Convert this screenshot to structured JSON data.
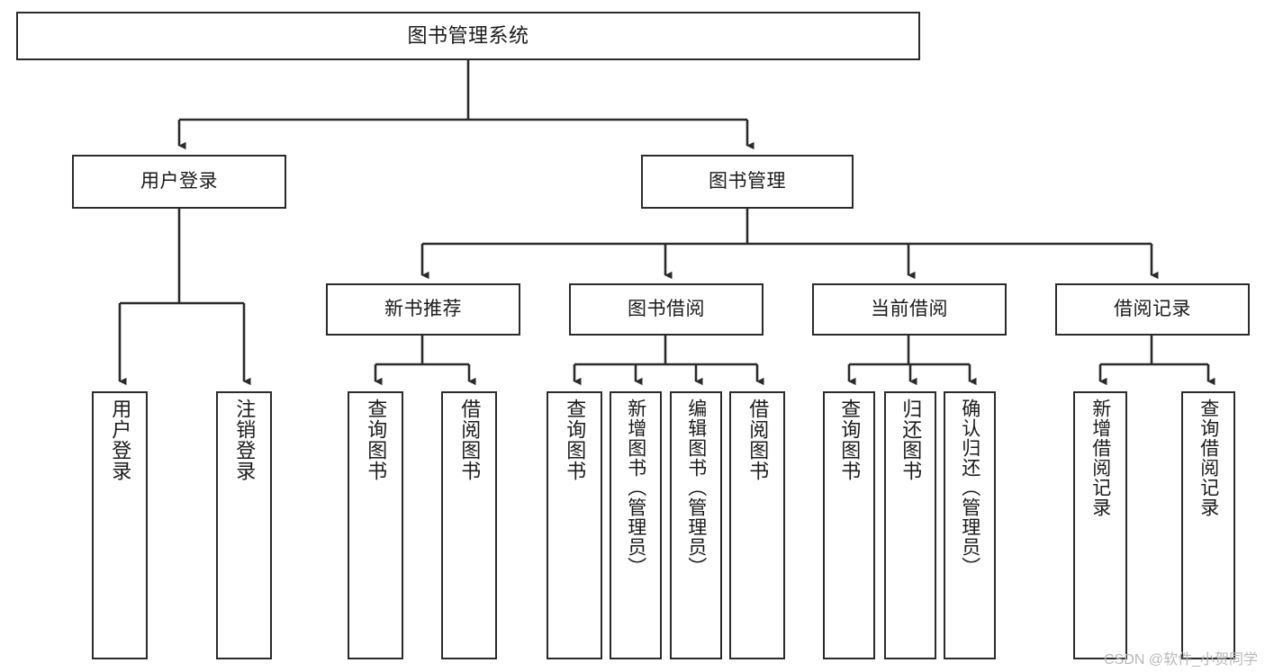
{
  "diagram": {
    "title": "图书管理系统",
    "type": "tree",
    "colors": {
      "box_border": "#2b2b2b",
      "box_fill": "#ffffff",
      "line": "#2b2b2b",
      "text": "#1b1b1b",
      "watermark": "#b8b8b8",
      "background": "#ffffff"
    },
    "root": {
      "label": "图书管理系统"
    },
    "level1": [
      {
        "id": "user-login",
        "label": "用户登录"
      },
      {
        "id": "book-management",
        "label": "图书管理"
      }
    ],
    "level2": [
      {
        "id": "new-book-recommend",
        "label": "新书推荐"
      },
      {
        "id": "book-borrow",
        "label": "图书借阅"
      },
      {
        "id": "current-borrow",
        "label": "当前借阅"
      },
      {
        "id": "borrow-record",
        "label": "借阅记录"
      }
    ],
    "leaves": {
      "user_login": [
        {
          "id": "leaf-user-login",
          "label": "用户登录"
        },
        {
          "id": "leaf-user-logout",
          "label": "注销登录"
        }
      ],
      "new_book_recommend": [
        {
          "id": "leaf-query-book-1",
          "label": "查询图书"
        },
        {
          "id": "leaf-borrow-book-1",
          "label": "借阅图书"
        }
      ],
      "book_borrow": [
        {
          "id": "leaf-query-book-2",
          "label": "查询图书"
        },
        {
          "id": "leaf-add-book",
          "label": "新增图书（管理员）"
        },
        {
          "id": "leaf-edit-book",
          "label": "编辑图书（管理员）"
        },
        {
          "id": "leaf-borrow-book-2",
          "label": "借阅图书"
        }
      ],
      "current_borrow": [
        {
          "id": "leaf-query-book-3",
          "label": "查询图书"
        },
        {
          "id": "leaf-return-book",
          "label": "归还图书"
        },
        {
          "id": "leaf-confirm-return",
          "label": "确认归还（管理员）"
        }
      ],
      "borrow_record": [
        {
          "id": "leaf-add-record",
          "label": "新增借阅记录"
        },
        {
          "id": "leaf-query-record",
          "label": "查询借阅记录"
        }
      ]
    }
  },
  "watermark": {
    "text": "CSDN @软件_小贺同学"
  }
}
